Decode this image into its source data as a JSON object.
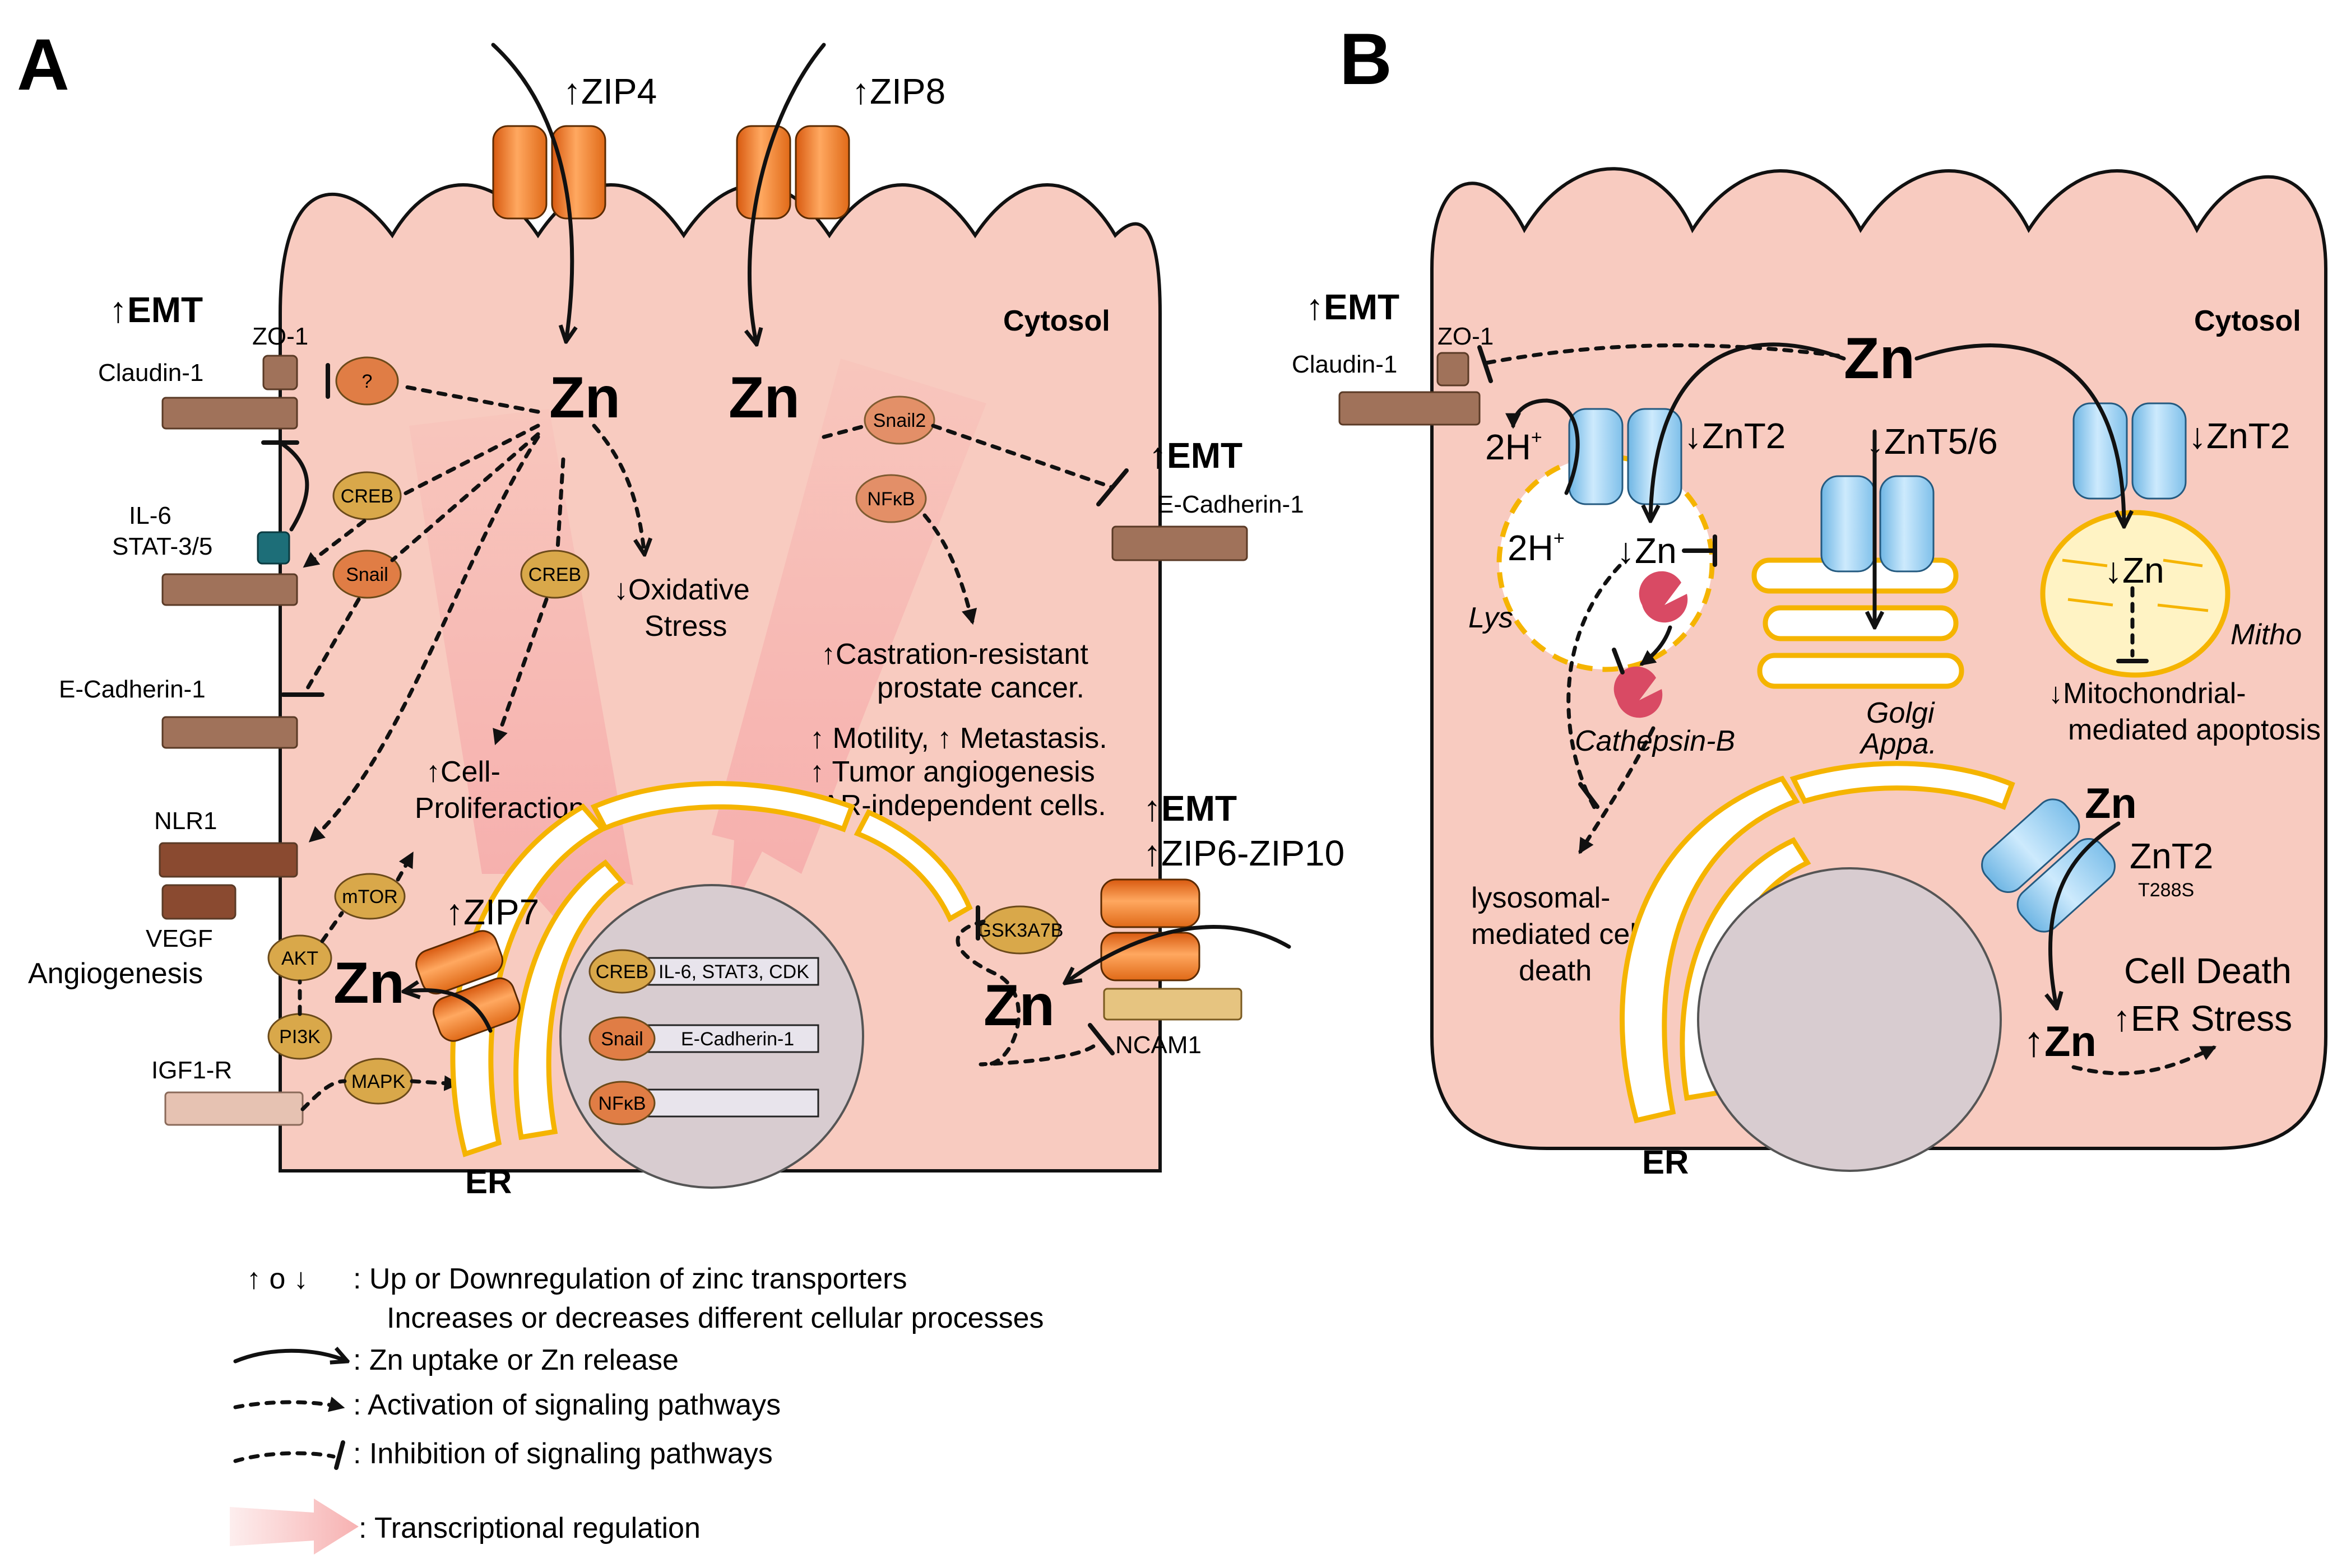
{
  "panels": {
    "a": "A",
    "b": "B"
  },
  "colors": {
    "cytosol": "#f8cbc0",
    "zip_transporter": "#f07a24",
    "znt_transporter": "#9fd4f2",
    "signal_node": "#d9a84a",
    "membrane_protein": "#a0725a",
    "er_outline": "#f5b400",
    "nucleus": "#d8ccd0",
    "transcription_arrow": "#f6a9a9",
    "cathepsin": "#d94a64"
  },
  "panel_a": {
    "transporters": {
      "zip4": "↑ZIP4",
      "zip8": "↑ZIP8",
      "zip7": "↑ZIP7",
      "zip6_zip10": "↑ZIP6-ZIP10"
    },
    "zn": "Zn",
    "cytosol": "Cytosol",
    "emt": "↑EMT",
    "membrane": {
      "zo1": "ZO-1",
      "claudin1": "Claudin-1",
      "il6": "IL-6",
      "stat": "STAT-3/5",
      "ecadherin_left": "E-Cadherin-1",
      "nlr1": "NLR1",
      "vegf": "VEGF",
      "angiogenesis": "Angiogenesis",
      "igf1r": "IGF1-R",
      "ecadherin_right": "E-Cadherin-1",
      "ncam1": "NCAM1"
    },
    "nodes": {
      "unknown": "?",
      "creb": "CREB",
      "snail": "Snail",
      "snail2": "Snail2",
      "nfkb": "NFκB",
      "mtor": "mTOR",
      "akt": "AKT",
      "pi3k": "PI3K",
      "mapk": "MAPK",
      "gsk": "GSK3A7B"
    },
    "outcomes": {
      "oxidative": [
        "↓Oxidative",
        "Stress"
      ],
      "proliferation": [
        "↑Cell-",
        "Proliferaction"
      ],
      "crpc": [
        "↑Castration-resistant",
        "prostate cancer."
      ],
      "metastasis": [
        "↑ Motility, ↑ Metastasis.",
        "↑ Tumor angiogenesis",
        "AR-independent cells."
      ]
    },
    "nucleus_genes": [
      {
        "factor": "CREB",
        "genes": "IL-6, STAT3, CDK"
      },
      {
        "factor": "Snail",
        "genes": "E-Cadherin-1"
      },
      {
        "factor": "NFκB",
        "genes": ""
      }
    ],
    "er": "ER"
  },
  "panel_b": {
    "zn": "Zn",
    "zn_lys": "↓Zn",
    "zn_mito": "↓Zn",
    "zn_er": "↑Zn",
    "cytosol": "Cytosol",
    "emt": "↑EMT",
    "zo1": "ZO-1",
    "claudin1": "Claudin-1",
    "proton_out": "2H",
    "proton_in": "2H",
    "proton_sup": "+",
    "transporters": {
      "znt2_lys": "↓ZnT2",
      "znt56": "↓ZnT5/6",
      "znt2_mito": "↓ZnT2",
      "znt2_er": "ZnT2",
      "t288s": "T288S"
    },
    "organelles": {
      "lys": "Lys",
      "cathepsin": "Cathepsin-B",
      "golgi": [
        "Golgi",
        "Appa."
      ],
      "mito": "Mitho",
      "er": "ER"
    },
    "outcomes": {
      "lysosomal": [
        "lysosomal-",
        "mediated cell",
        "death"
      ],
      "mitochondrial": [
        "↓Mitochondrial-",
        "mediated apoptosis"
      ],
      "cell_death": "Cell Death",
      "er_stress": "↑ER Stress"
    }
  },
  "legend": {
    "arrows": "↑ o ↓",
    "updown": ": Up or Downregulation of zinc transporters",
    "updown2": "Increases or decreases different cellular processes",
    "uptake": ": Zn uptake or Zn release",
    "activation": ": Activation of signaling pathways",
    "inhibition": ": Inhibition of signaling pathways",
    "transcription": ": Transcriptional regulation"
  }
}
